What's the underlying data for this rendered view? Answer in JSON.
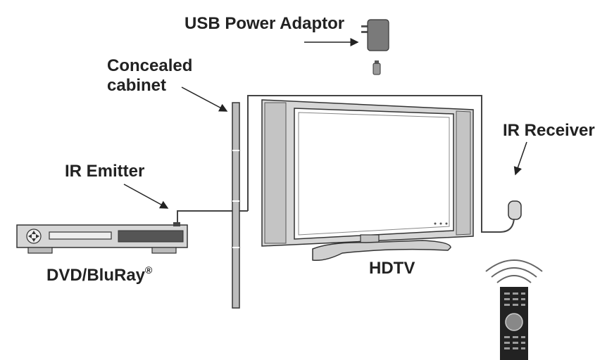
{
  "labels": {
    "usb_power_adaptor": "USB Power Adaptor",
    "concealed_cabinet_line1": "Concealed",
    "concealed_cabinet_line2": "cabinet",
    "ir_receiver": "IR Receiver",
    "ir_emitter": "IR Emitter",
    "dvd_bluray": "DVD/BluRay",
    "dvd_bluray_mark": "®",
    "hdtv": "HDTV"
  },
  "colors": {
    "line": "#333333",
    "device_fill": "#d9d9d9",
    "device_dark": "#555555",
    "screen_fill": "#ffffff",
    "remote_body": "#222222",
    "text": "#222222"
  },
  "icons": [
    "usb-adaptor-icon",
    "usb-plug-icon",
    "ir-receiver-icon",
    "remote-control-icon",
    "wireless-signal-icon",
    "dvd-player-icon",
    "hdtv-icon",
    "cabinet-panel-icon"
  ]
}
